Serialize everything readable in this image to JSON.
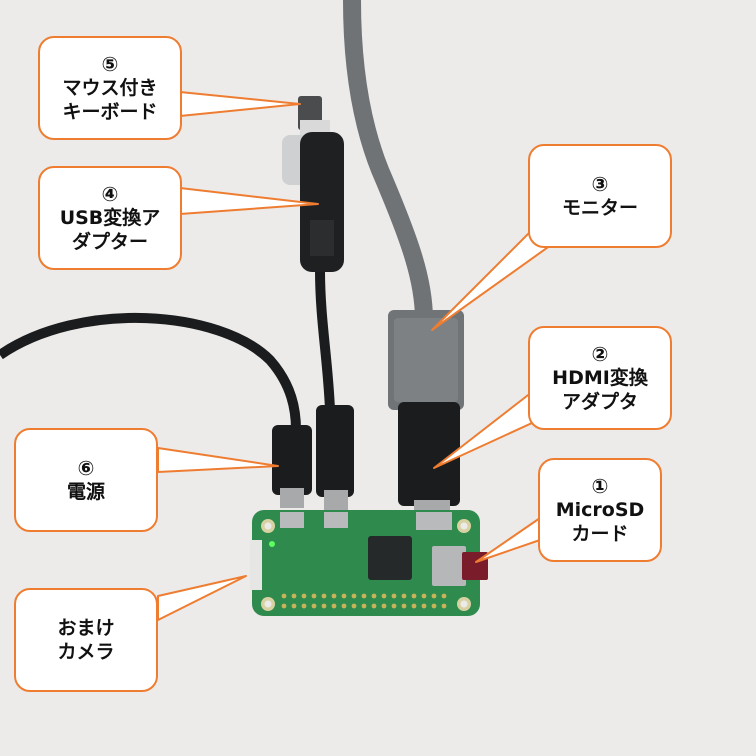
{
  "colors": {
    "callout_border": "#ee7d31",
    "callout_fill": "#ffffff",
    "board_green": "#2f8a4e",
    "cable_gray": "#6f7375",
    "cable_black": "#1b1c1d"
  },
  "callouts": {
    "keyboard": {
      "number": "⑤",
      "line1": "マウス付き",
      "line2": "キーボード"
    },
    "usb_adapter": {
      "number": "④",
      "line1": "USB変換ア",
      "line2": "ダプター"
    },
    "monitor": {
      "number": "③",
      "line1": "モニター"
    },
    "hdmi_adapter": {
      "number": "②",
      "line1": "HDMI変換",
      "line2": "アダプタ"
    },
    "microsd": {
      "number": "①",
      "line1": "MicroSD",
      "line2": "カード"
    },
    "power": {
      "number": "⑥",
      "line1": "電源"
    },
    "camera": {
      "line1": "おまけ",
      "line2": "カメラ"
    }
  }
}
